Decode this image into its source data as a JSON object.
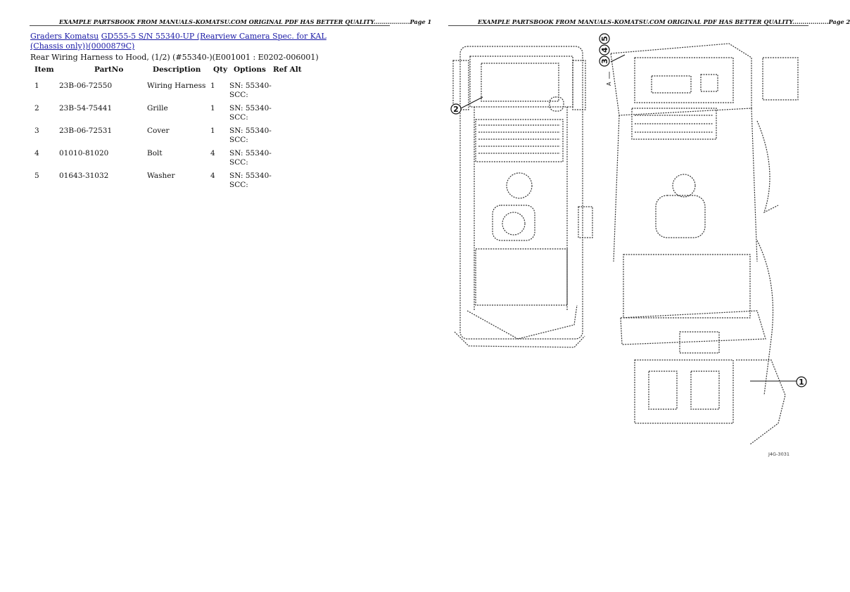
{
  "page1": {
    "header": "EXAMPLE PARTSBOOK FROM MANUALS-KOMATSU.COM ORIGINAL PDF HAS BETTER QUALITY..................Page 1",
    "breadcrumb": {
      "category": "Graders Komatsu",
      "model": "GD555-5 S/N 55340-UP (Rearview Camera Spec. for KAL (Chassis only))(0000879C)"
    },
    "subtitle": "Rear Wiring Harness to Hood, (1/2) (#55340-)(E001001 : E0202-006001)",
    "table": {
      "headers": [
        "Item",
        "PartNo",
        "Description",
        "Qty",
        "Options",
        "Ref Alt"
      ],
      "rows": [
        {
          "item": "1",
          "part": "23B-06-72550",
          "desc": "Wiring Harness",
          "qty": "1",
          "opt": "SN: 55340-SCC:",
          "ref": ""
        },
        {
          "item": "2",
          "part": "23B-54-75441",
          "desc": "Grille",
          "qty": "1",
          "opt": "SN: 55340-SCC:",
          "ref": ""
        },
        {
          "item": "3",
          "part": "23B-06-72531",
          "desc": "Cover",
          "qty": "1",
          "opt": "SN: 55340-SCC:",
          "ref": ""
        },
        {
          "item": "4",
          "part": "01010-81020",
          "desc": "Bolt",
          "qty": "4",
          "opt": "SN: 55340-SCC:",
          "ref": ""
        },
        {
          "item": "5",
          "part": "01643-31032",
          "desc": "Washer",
          "qty": "4",
          "opt": "SN: 55340-SCC:",
          "ref": ""
        }
      ]
    }
  },
  "page2": {
    "header": "EXAMPLE PARTSBOOK FROM MANUALS-KOMATSU.COM ORIGINAL PDF HAS BETTER QUALITY..................Page 2",
    "callouts": [
      "1",
      "2",
      "3",
      "4",
      "5"
    ],
    "view_label": "A",
    "figure_code": "J4G-3031"
  }
}
